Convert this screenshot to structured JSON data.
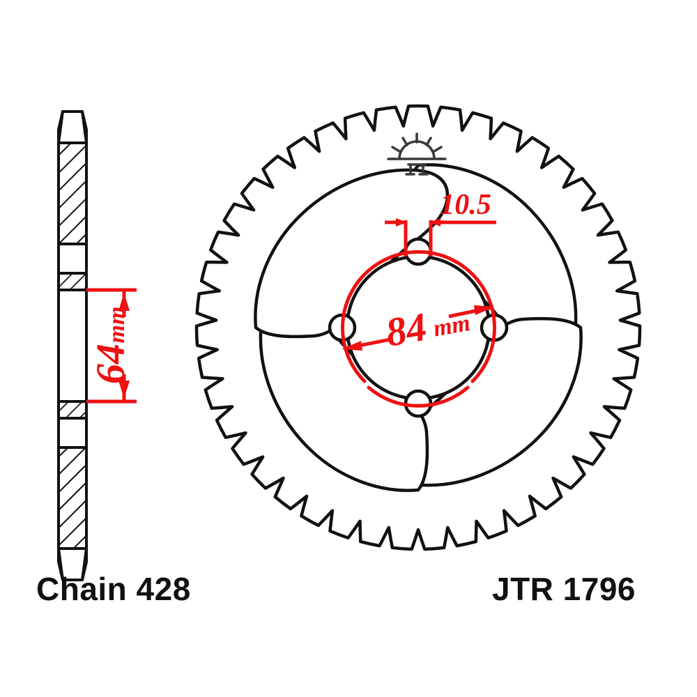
{
  "sheet": {
    "title": "JT Sprockets technical drawing",
    "background_color": "#ffffff",
    "line_color": "#111111",
    "dimension_color": "#ee1111"
  },
  "labels": {
    "chain": "Chain 428",
    "part_number": "JTR 1796"
  },
  "dimensions": {
    "thickness": {
      "value": "64",
      "unit": "mm",
      "text": "64 mm",
      "orientation": "vertical",
      "view": "side-section"
    },
    "bolt_circle": {
      "value": "84",
      "unit": "mm",
      "text": "84 mm",
      "orientation": "horizontal",
      "view": "face"
    },
    "bolt_hole": {
      "value": "10.5",
      "unit": "",
      "text": "10.5",
      "orientation": "horizontal",
      "view": "face"
    }
  },
  "sprocket": {
    "teeth_count": 43,
    "bolt_holes": 4,
    "spoke_windows": 4,
    "logo_icon": "sunrise-icon"
  },
  "views": {
    "side": "section-view",
    "face": "front-view"
  }
}
